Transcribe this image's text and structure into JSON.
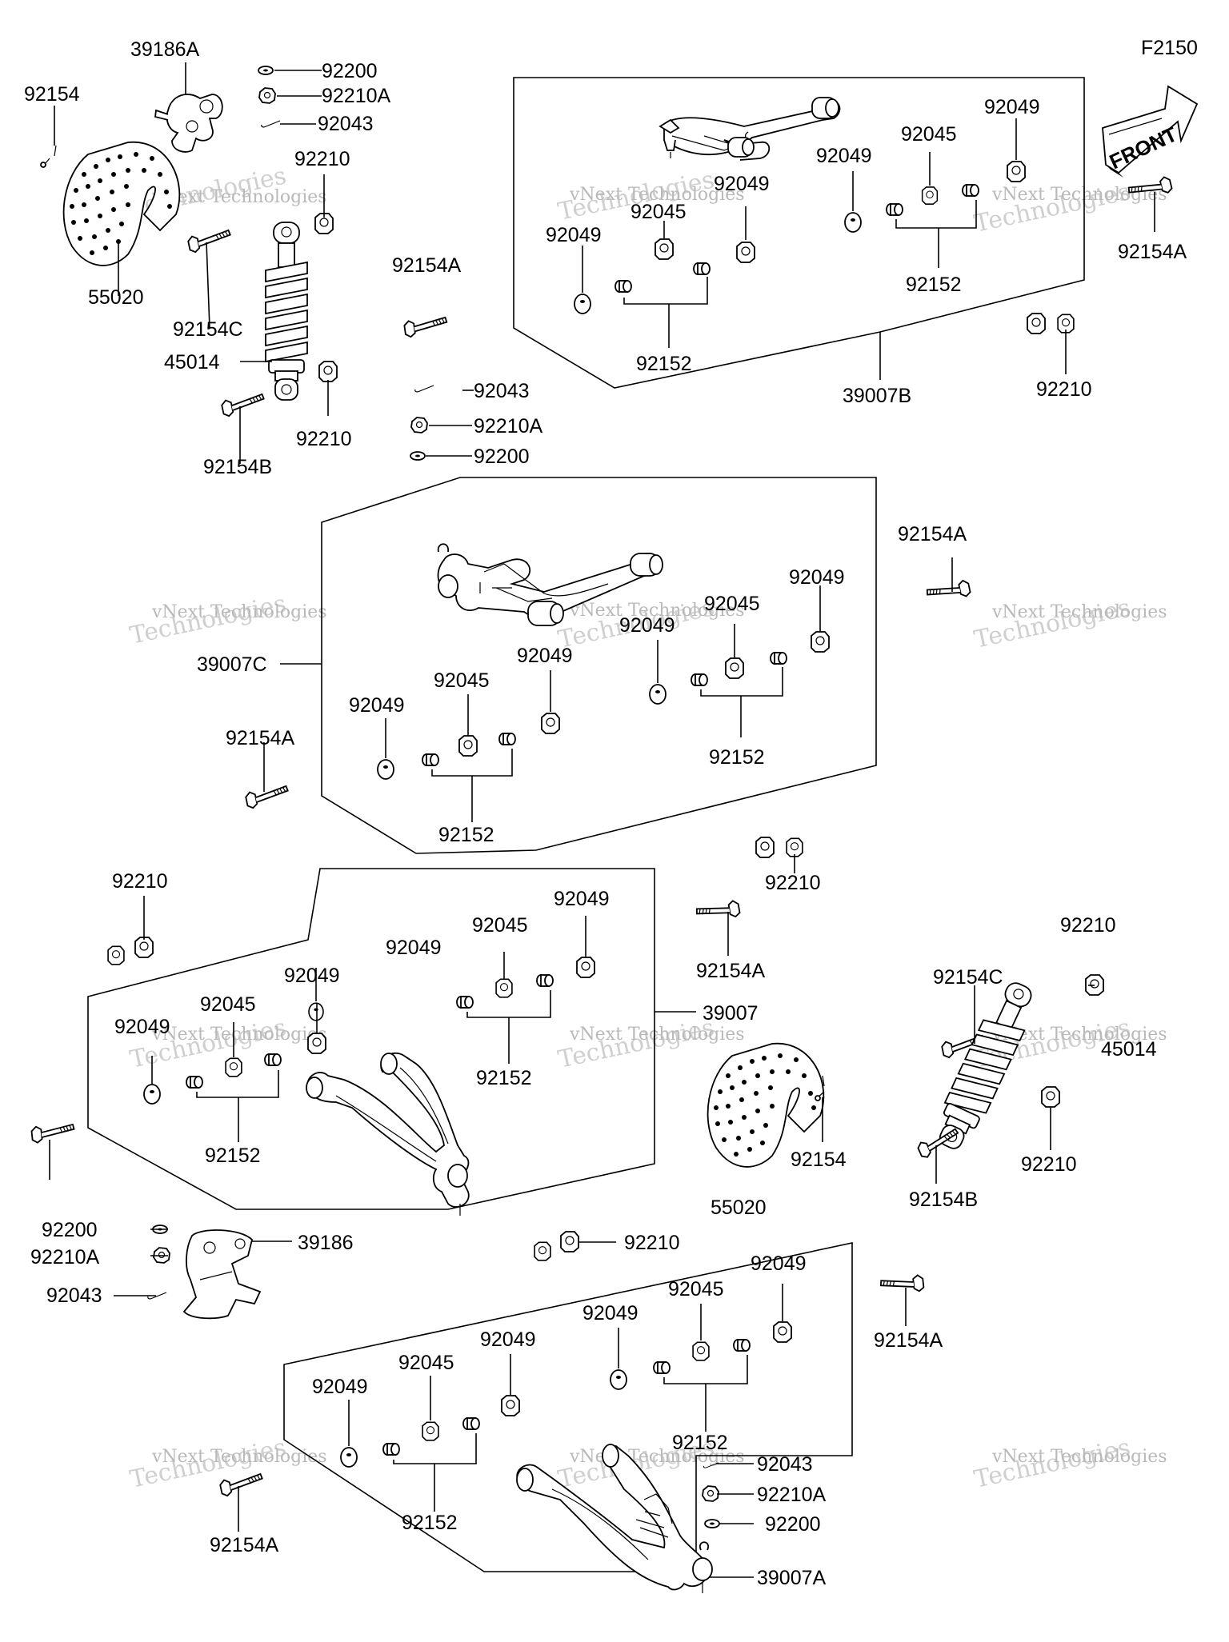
{
  "diagram": {
    "figure_code": "F2150",
    "front_label": "FRONT",
    "watermark_line1": "vNext Technologies",
    "watermark_line2": "Technologies",
    "labels": [
      "39186A",
      "92200",
      "92210A",
      "92043",
      "92154",
      "92210",
      "55020",
      "92154C",
      "45014",
      "92154B",
      "92210",
      "92154A",
      "92043",
      "92210A",
      "92200",
      "92049",
      "92045",
      "92049",
      "92049",
      "92045",
      "92049",
      "92152",
      "92152",
      "39007B",
      "92154A",
      "92210",
      "92154A",
      "92049",
      "92045",
      "92049",
      "92049",
      "92045",
      "92049",
      "92152",
      "92152",
      "39007C",
      "92154A",
      "92210",
      "92210",
      "92049",
      "92045",
      "92049",
      "92049",
      "92045",
      "92049",
      "92152",
      "92152",
      "39007",
      "92154A",
      "92154",
      "55020",
      "92210",
      "92154C",
      "45014",
      "92210",
      "92154B",
      "92200",
      "92210A",
      "92043",
      "39186",
      "92210",
      "92049",
      "92045",
      "92049",
      "92049",
      "92045",
      "92049",
      "92152",
      "92152",
      "92043",
      "92210A",
      "92200",
      "39007A",
      "92154A",
      "92154A"
    ]
  }
}
